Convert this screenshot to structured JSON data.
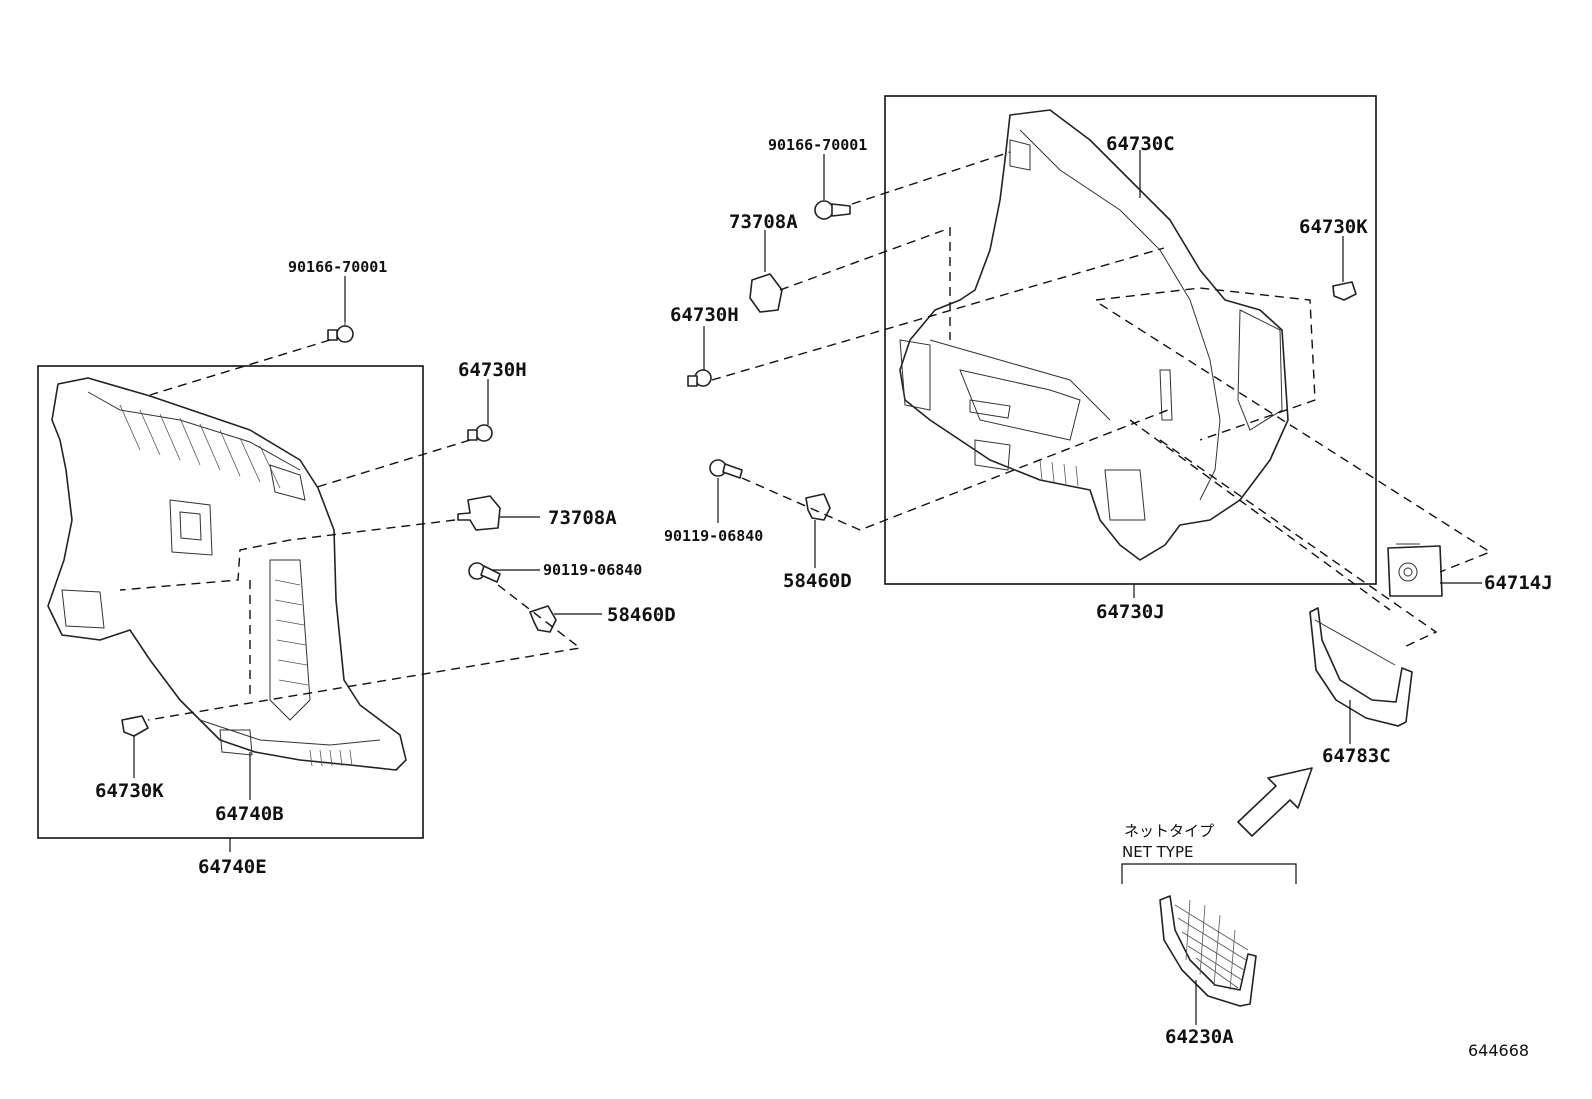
{
  "labels": {
    "l1": "90166-70001",
    "l2": "64730H",
    "l3": "73708A",
    "l4": "90119-06840",
    "l5": "58460D",
    "l6": "64730K",
    "l7": "64740B",
    "l8": "64740E",
    "r1": "90166-70001",
    "r2": "73708A",
    "r3": "64730H",
    "r4": "64730C",
    "r5": "64730K",
    "r6": "90119-06840",
    "r7": "58460D",
    "r8": "64730J",
    "r9": "64714J",
    "r10": "64783C",
    "r11": "64230A"
  },
  "net_type": {
    "jp": "ネットタイプ",
    "en": "NET TYPE"
  },
  "diagram_ref": "644668"
}
